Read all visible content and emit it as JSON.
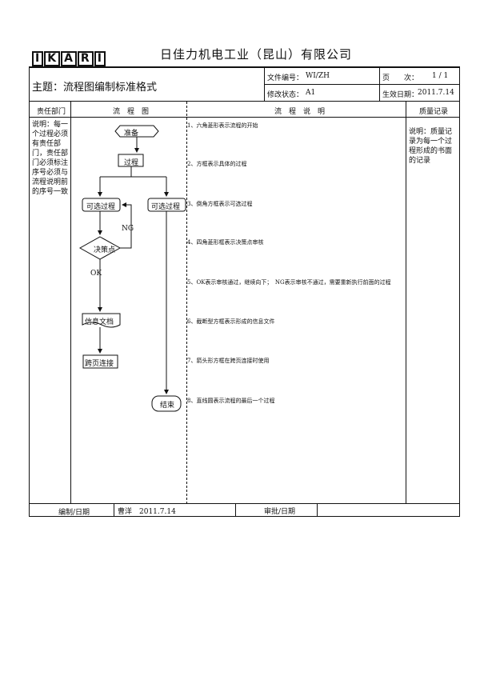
{
  "header": {
    "logo_letters": [
      "I",
      "K",
      "A",
      "R",
      "I"
    ],
    "company": "日佳力机电工业（昆山）有限公司"
  },
  "info": {
    "subject_label": "主题：流程图编制标准格式",
    "doc_no_label": "文件编号：",
    "doc_no": "WI/ZH",
    "rev_label": "修改状态：",
    "rev": "A1",
    "page_label": "页　　次：",
    "page": "1 / 1",
    "eff_label": "生效日期：",
    "eff_date": "2011.7.14"
  },
  "columns": {
    "dept": "责任部门",
    "chart": "流　程　图",
    "desc": "流　程　说　明",
    "record": "质量记录"
  },
  "dept_note": "说明：每一个过程必须有责任部门，责任部门必须标注序号必须与流程说明前的序号一致",
  "record_note": "说明：质量记录为每一个过程形成的书面的记录",
  "flow": {
    "start": "准备",
    "process": "过程",
    "opt_left": "可选过程",
    "opt_right": "可选过程",
    "decision": "决策点",
    "ng": "NG",
    "ok": "OK",
    "document": "信息文档",
    "connector": "跨页连接",
    "end": "结束"
  },
  "notes": [
    "1、六角菱形表示流程的开始",
    "2、方框表示具体的过程",
    "3、倒角方框表示可选过程",
    "4、四角菱形框表示决策点审核",
    "5、OK表示审核通过，继续向下；　NG表示审核不通过，需要重新执行前面的过程",
    "6、截断型方框表示形成的信息文件",
    "7、箭头形方框在跨页连接时使用",
    "8、直线圆表示流程的最后一个过程"
  ],
  "footer": {
    "author_label": "编制/日期",
    "author": "曹洋　2011.7.14",
    "review_label": "审批/日期"
  }
}
